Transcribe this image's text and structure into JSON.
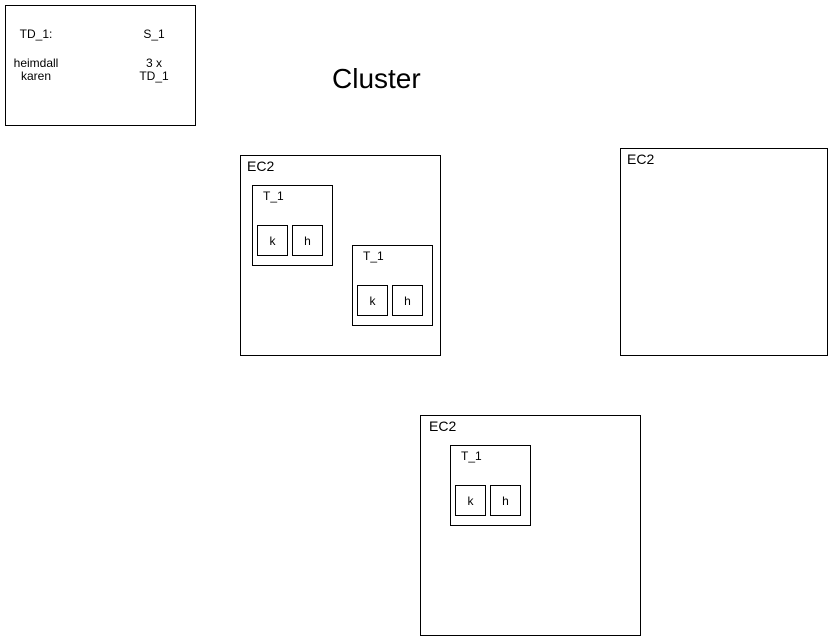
{
  "legend": {
    "task_definition": {
      "heading": "TD_1:",
      "line1": "heimdall",
      "line2": "karen"
    },
    "service": {
      "heading": "S_1",
      "line1": "3 x",
      "line2": "TD_1"
    }
  },
  "cluster": {
    "title": "Cluster",
    "instances": [
      {
        "label": "EC2",
        "tasks": [
          {
            "label": "T_1",
            "containers": [
              "k",
              "h"
            ]
          },
          {
            "label": "T_1",
            "containers": [
              "k",
              "h"
            ]
          }
        ]
      },
      {
        "label": "EC2",
        "tasks": []
      },
      {
        "label": "EC2",
        "tasks": [
          {
            "label": "T_1",
            "containers": [
              "k",
              "h"
            ]
          }
        ]
      }
    ]
  }
}
